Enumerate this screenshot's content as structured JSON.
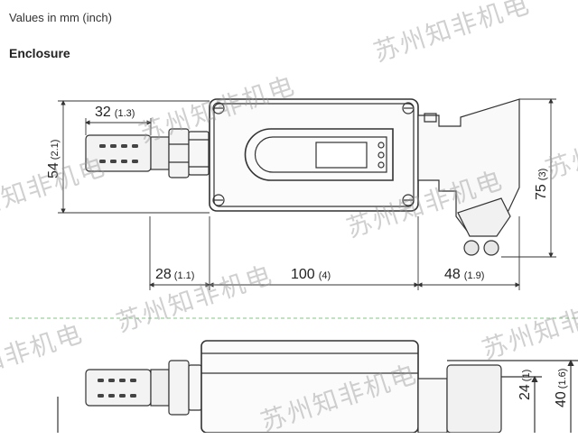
{
  "header": {
    "units_note": "Values in mm (inch)",
    "section_title": "Enclosure"
  },
  "dimensions": {
    "probe_length": {
      "value": "32",
      "inch": "(1.3)"
    },
    "height_total": {
      "value": "54",
      "inch": "(2.1)"
    },
    "connector_height": {
      "value": "75",
      "inch": "(3)"
    },
    "left_offset": {
      "value": "28",
      "inch": "(1.1)"
    },
    "body_length": {
      "value": "100",
      "inch": "(4)"
    },
    "right_offset": {
      "value": "48",
      "inch": "(1.9)"
    },
    "side_height_a": {
      "value": "24",
      "inch": "(1)"
    },
    "side_height_b": {
      "value": "40",
      "inch": "(1.6)"
    }
  },
  "watermark": {
    "text": "苏州知非机电"
  },
  "colors": {
    "line": "#3a3a3a",
    "separator": "#7fc97f",
    "watermark": "#969696"
  }
}
